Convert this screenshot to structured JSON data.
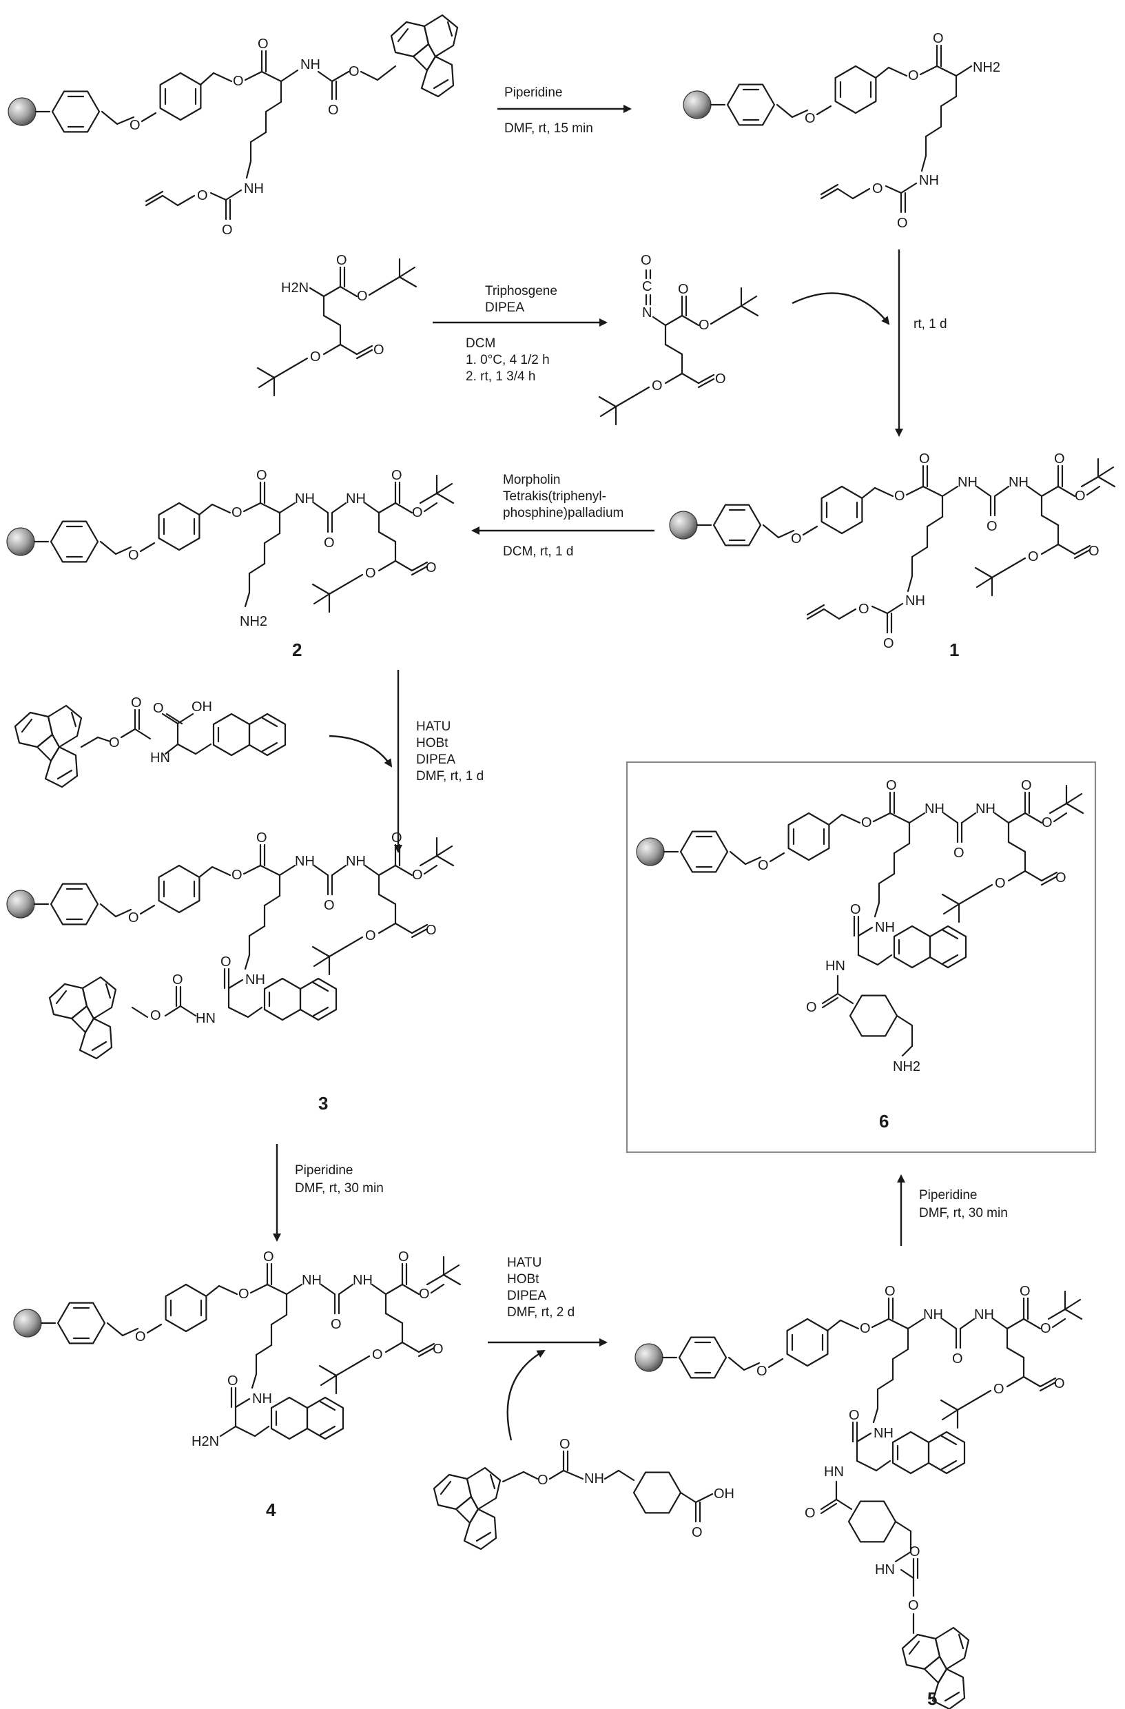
{
  "reactions": {
    "r1": {
      "reagent": "Piperidine",
      "conditions": "DMF, rt, 15 min"
    },
    "r2": {
      "reagents": [
        "Triphosgene",
        "DIPEA"
      ],
      "solvent": "DCM",
      "steps": [
        "1. 0°C, 4 1/2 h",
        "2. rt, 1 3/4 h"
      ]
    },
    "r3": {
      "conditions": "rt, 1 d"
    },
    "r4": {
      "reagents": [
        "Morpholin",
        "Tetrakis(triphenyl-",
        "phosphine)palladium"
      ],
      "conditions": "DCM, rt, 1 d"
    },
    "r5": {
      "reagents": [
        "HATU",
        "HOBt",
        "DIPEA",
        "DMF, rt, 1 d"
      ]
    },
    "r6": {
      "reagent": "Piperidine",
      "conditions": "DMF, rt, 30 min"
    },
    "r7": {
      "reagents": [
        "HATU",
        "HOBt",
        "DIPEA",
        "DMF, rt, 2 d"
      ]
    },
    "r8": {
      "reagent": "Piperidine",
      "conditions": "DMF, rt, 30 min"
    }
  },
  "compounds": {
    "c1": "1",
    "c2": "2",
    "c3": "3",
    "c4": "4",
    "c5": "5",
    "c6": "6"
  },
  "atoms": {
    "NH2": "NH2",
    "NH": "NH",
    "HN": "HN",
    "H2N": "H2N",
    "O": "O",
    "OH": "OH",
    "N": "N",
    "C": "C"
  },
  "colors": {
    "ink": "#1a1a1a",
    "box": "#8a8a8a",
    "bead": "#9a9a9a"
  }
}
